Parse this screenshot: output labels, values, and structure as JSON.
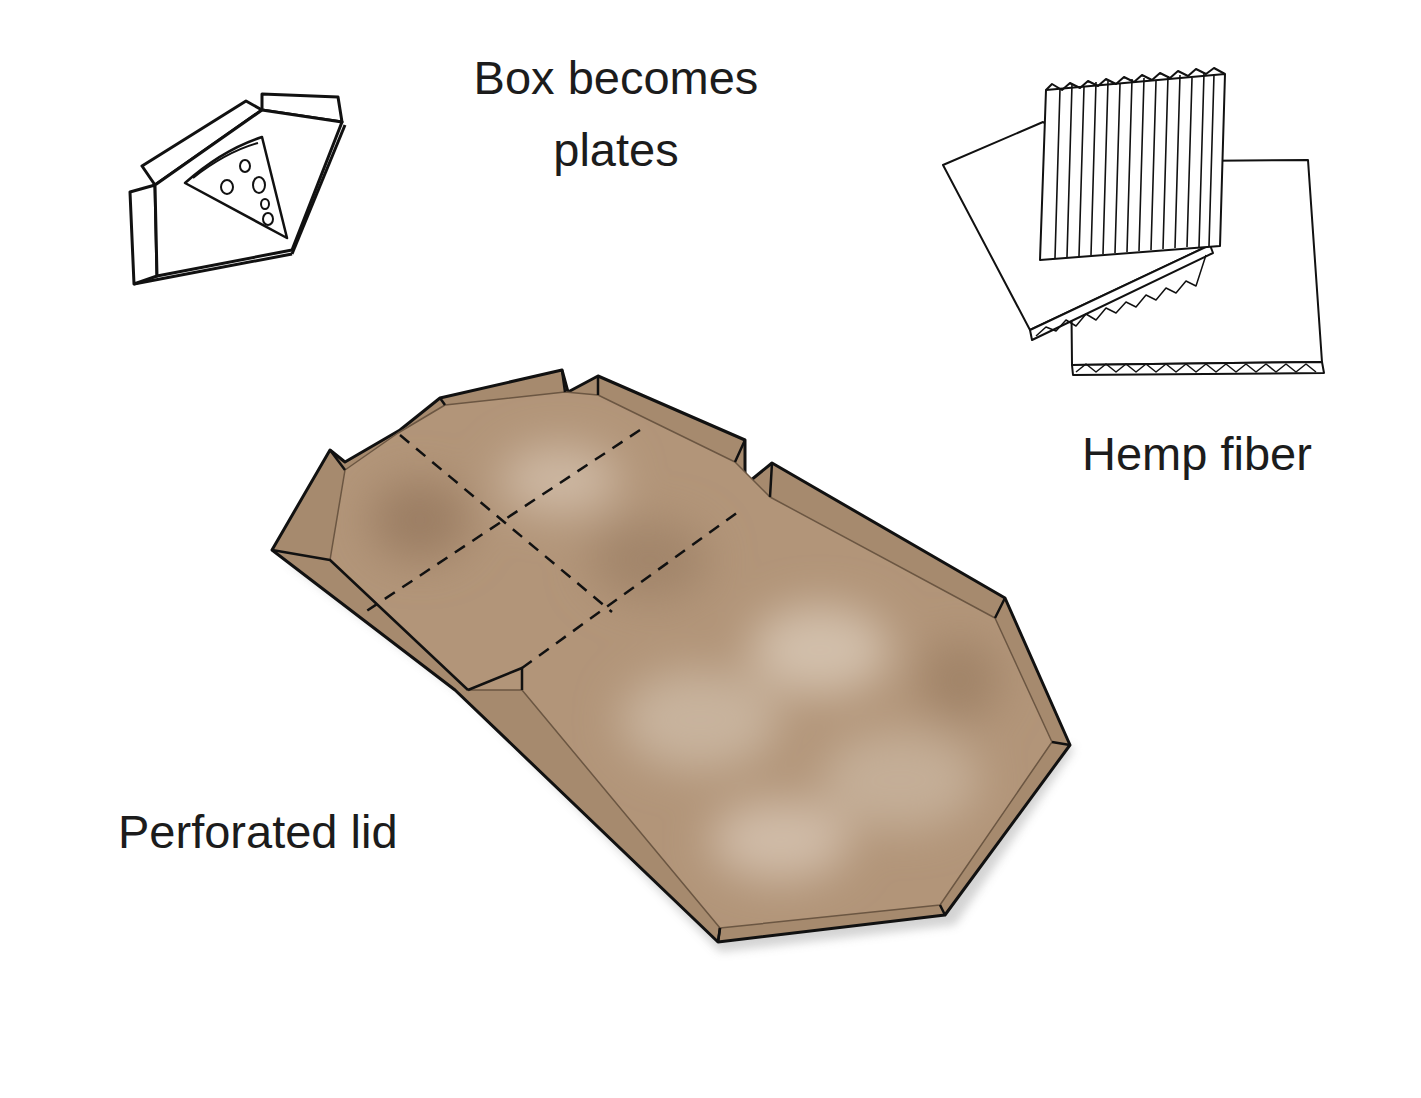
{
  "diagram": {
    "labels": [
      "Box becomes plates",
      "Hemp fiber",
      "Perforated lid"
    ]
  }
}
